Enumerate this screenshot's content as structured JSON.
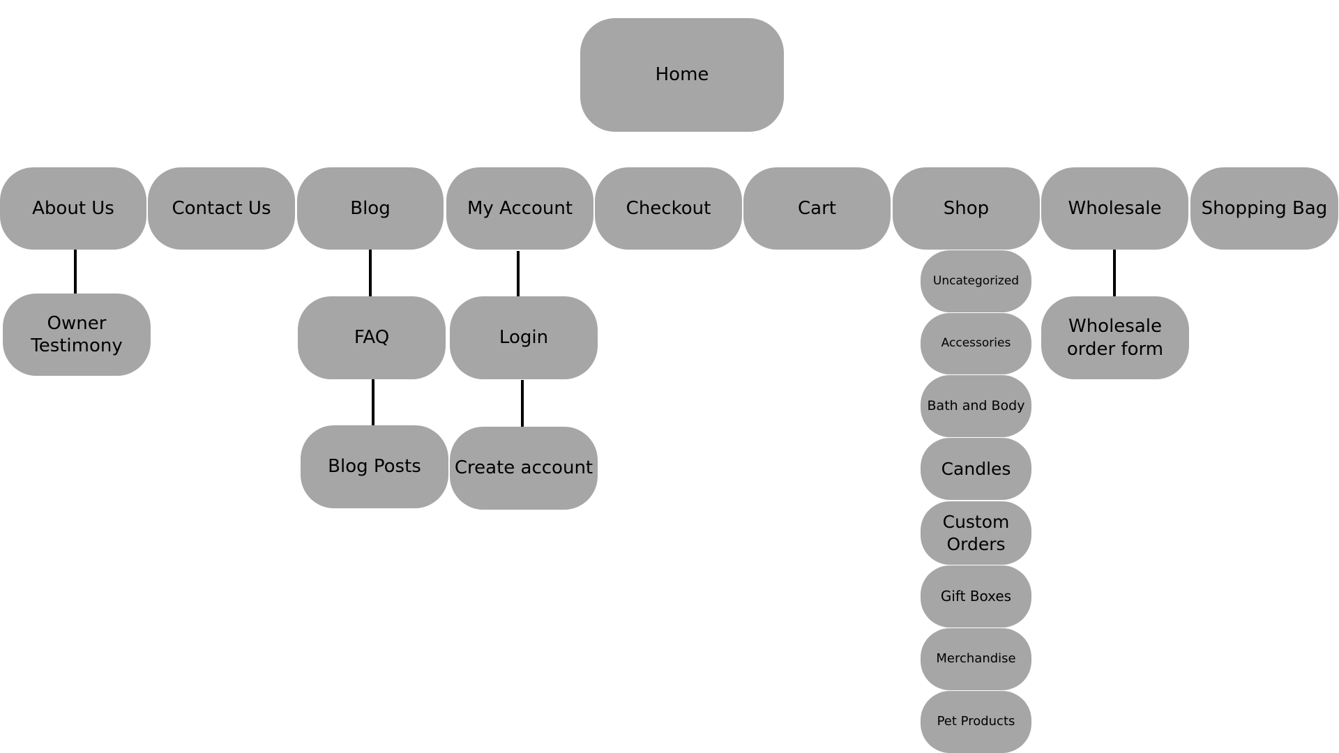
{
  "diagram": {
    "colors": {
      "node_fill": "#a6a6a6",
      "connector": "#000000",
      "text": "#000000",
      "background": "#ffffff"
    },
    "root": {
      "label": "Home"
    },
    "pages": [
      {
        "label": "About Us",
        "children": [
          {
            "label": "Owner Testimony"
          }
        ]
      },
      {
        "label": "Contact Us",
        "children": []
      },
      {
        "label": "Blog",
        "children": [
          {
            "label": "FAQ"
          },
          {
            "label": "Blog Posts"
          }
        ]
      },
      {
        "label": "My Account",
        "children": [
          {
            "label": "Login"
          },
          {
            "label": "Create account"
          }
        ]
      },
      {
        "label": "Checkout",
        "children": []
      },
      {
        "label": "Cart",
        "children": []
      },
      {
        "label": "Shop",
        "children": [
          {
            "label": "Uncategorized"
          },
          {
            "label": "Accessories"
          },
          {
            "label": "Bath and Body"
          },
          {
            "label": "Candles"
          },
          {
            "label": "Custom Orders"
          },
          {
            "label": "Gift Boxes"
          },
          {
            "label": "Merchandise"
          },
          {
            "label": "Pet Products"
          }
        ]
      },
      {
        "label": "Wholesale",
        "children": [
          {
            "label": "Wholesale order form"
          }
        ]
      },
      {
        "label": "Shopping Bag",
        "children": []
      }
    ]
  }
}
